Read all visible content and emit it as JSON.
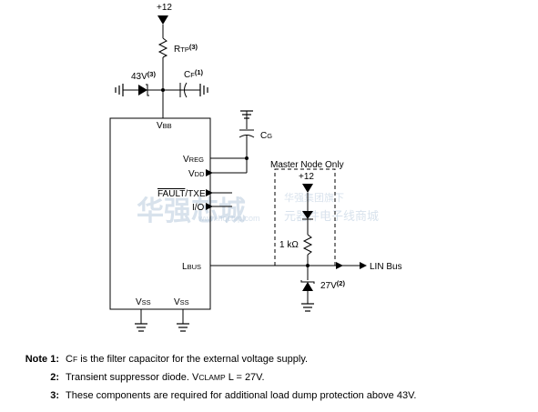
{
  "supply": {
    "top_label": "+12"
  },
  "rtp": {
    "name": "R",
    "sub": "TP",
    "sup": "(3)"
  },
  "tvs43": {
    "name": "43V",
    "sup": "(3)"
  },
  "cf": {
    "name": "C",
    "sub": "F",
    "sup": "(1)"
  },
  "cg": {
    "name": "C",
    "sub": "G"
  },
  "chip": {
    "vbb": {
      "main": "V",
      "sub": "BB"
    },
    "vreg": {
      "main": "V",
      "sub": "REG"
    },
    "vdd": {
      "main": "V",
      "sub": "DD"
    },
    "fault": {
      "bar": "FAULT",
      "rest": "/TXE"
    },
    "io": "I/O",
    "lbus": {
      "main": "L",
      "sub": "BUS"
    },
    "vss1": {
      "main": "V",
      "sub": "SS"
    },
    "vss2": {
      "main": "V",
      "sub": "SS"
    }
  },
  "master": {
    "title": "Master Node Only",
    "supply": "+12",
    "resistor": "1 kΩ"
  },
  "lin": {
    "label": "LIN Bus"
  },
  "tvs27": {
    "name": "27V",
    "sup": "(2)"
  },
  "watermark": {
    "line1": "华强芯城",
    "line2": "华强集团旗下",
    "line3": "元器件电子线商城",
    "url": "www.hqchip.com"
  },
  "notes": {
    "note1": {
      "key": "Note 1:",
      "pre_main": "C",
      "pre_sub": "F",
      "post": " is the filter capacitor for the external voltage supply."
    },
    "note2": {
      "key": "2:",
      "pre": "Transient suppressor diode. V",
      "sub": "CLAMP",
      "post": " L = 27V."
    },
    "note3": {
      "key": "3:",
      "text": "These components are required for additional load dump protection above 43V."
    }
  }
}
